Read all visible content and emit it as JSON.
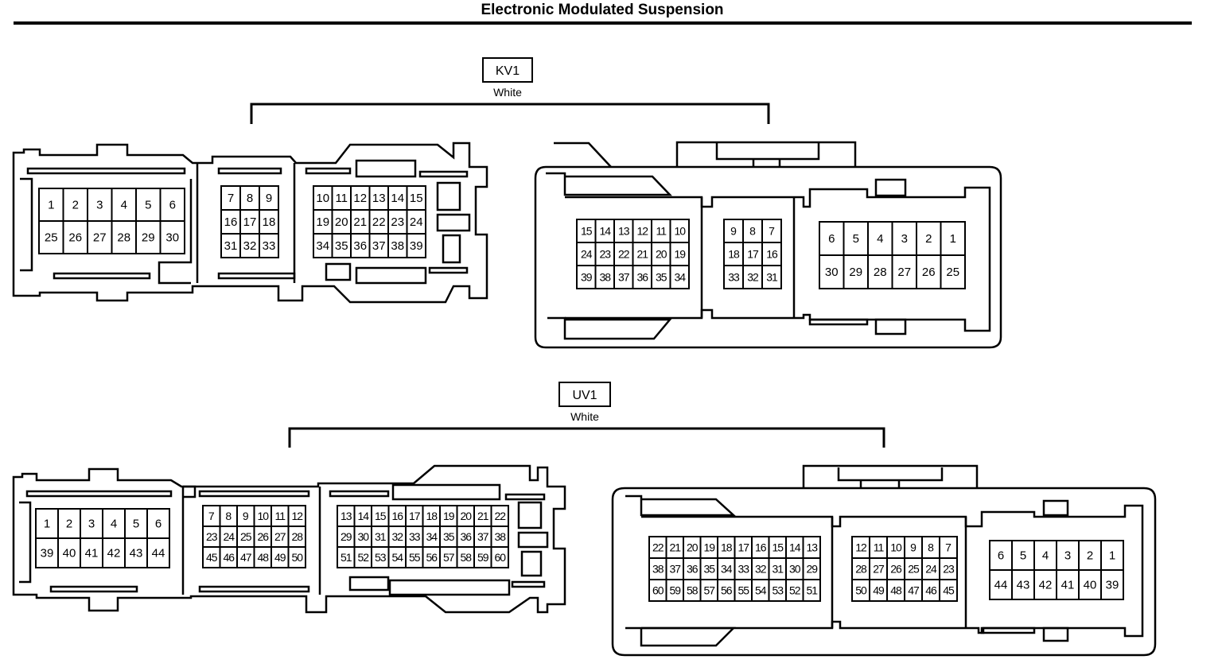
{
  "title": "Electronic Modulated Suspension",
  "connectors": [
    {
      "code": "KV1",
      "color_label": "White",
      "female": {
        "groups": [
          {
            "rows": [
              [
                "1",
                "2",
                "3",
                "4",
                "5",
                "6"
              ],
              [
                "25",
                "26",
                "27",
                "28",
                "29",
                "30"
              ]
            ]
          },
          {
            "rows": [
              [
                "7",
                "8",
                "9"
              ],
              [
                "16",
                "17",
                "18"
              ],
              [
                "31",
                "32",
                "33"
              ]
            ]
          },
          {
            "rows": [
              [
                "10",
                "11",
                "12",
                "13",
                "14",
                "15"
              ],
              [
                "19",
                "20",
                "21",
                "22",
                "23",
                "24"
              ],
              [
                "34",
                "35",
                "36",
                "37",
                "38",
                "39"
              ]
            ]
          }
        ]
      },
      "male": {
        "groups": [
          {
            "rows": [
              [
                "15",
                "14",
                "13",
                "12",
                "11",
                "10"
              ],
              [
                "24",
                "23",
                "22",
                "21",
                "20",
                "19"
              ],
              [
                "39",
                "38",
                "37",
                "36",
                "35",
                "34"
              ]
            ]
          },
          {
            "rows": [
              [
                "9",
                "8",
                "7"
              ],
              [
                "18",
                "17",
                "16"
              ],
              [
                "33",
                "32",
                "31"
              ]
            ]
          },
          {
            "rows": [
              [
                "6",
                "5",
                "4",
                "3",
                "2",
                "1"
              ],
              [
                "30",
                "29",
                "28",
                "27",
                "26",
                "25"
              ]
            ]
          }
        ]
      }
    },
    {
      "code": "UV1",
      "color_label": "White",
      "female": {
        "groups": [
          {
            "rows": [
              [
                "1",
                "2",
                "3",
                "4",
                "5",
                "6"
              ],
              [
                "39",
                "40",
                "41",
                "42",
                "43",
                "44"
              ]
            ]
          },
          {
            "rows": [
              [
                "7",
                "8",
                "9",
                "10",
                "11",
                "12"
              ],
              [
                "23",
                "24",
                "25",
                "26",
                "27",
                "28"
              ],
              [
                "45",
                "46",
                "47",
                "48",
                "49",
                "50"
              ]
            ]
          },
          {
            "rows": [
              [
                "13",
                "14",
                "15",
                "16",
                "17",
                "18",
                "19",
                "20",
                "21",
                "22"
              ],
              [
                "29",
                "30",
                "31",
                "32",
                "33",
                "34",
                "35",
                "36",
                "37",
                "38"
              ],
              [
                "51",
                "52",
                "53",
                "54",
                "55",
                "56",
                "57",
                "58",
                "59",
                "60"
              ]
            ]
          }
        ]
      },
      "male": {
        "groups": [
          {
            "rows": [
              [
                "22",
                "21",
                "20",
                "19",
                "18",
                "17",
                "16",
                "15",
                "14",
                "13"
              ],
              [
                "38",
                "37",
                "36",
                "35",
                "34",
                "33",
                "32",
                "31",
                "30",
                "29"
              ],
              [
                "60",
                "59",
                "58",
                "57",
                "56",
                "55",
                "54",
                "53",
                "52",
                "51"
              ]
            ]
          },
          {
            "rows": [
              [
                "12",
                "11",
                "10",
                "9",
                "8",
                "7"
              ],
              [
                "28",
                "27",
                "26",
                "25",
                "24",
                "23"
              ],
              [
                "50",
                "49",
                "48",
                "47",
                "46",
                "45"
              ]
            ]
          },
          {
            "rows": [
              [
                "6",
                "5",
                "4",
                "3",
                "2",
                "1"
              ],
              [
                "44",
                "43",
                "42",
                "41",
                "40",
                "39"
              ]
            ]
          }
        ]
      }
    }
  ]
}
